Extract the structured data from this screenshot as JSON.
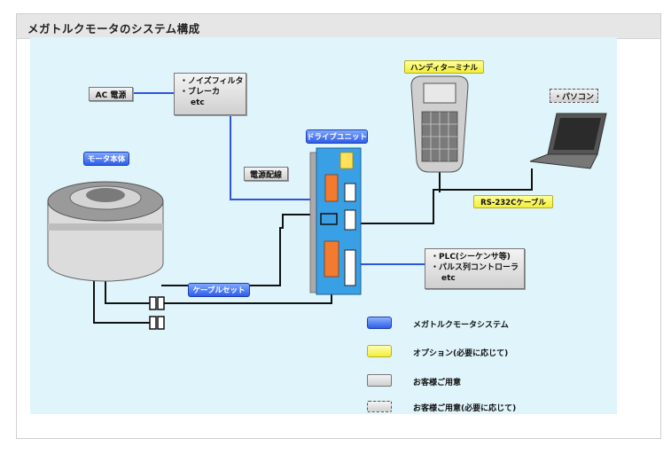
{
  "header": {
    "title": "メガトルクモータのシステム構成"
  },
  "diagram": {
    "ac_power": "AC 電源",
    "filter_box": {
      "line1": "・ノイズフィルタ",
      "line2": "・ブレーカ",
      "line3": "etc"
    },
    "power_wiring_label": "電源配線",
    "motor_label": "モータ本体",
    "drive_unit_label": "ドライブユニット",
    "handy_terminal_label": "ハンディターミナル",
    "pc_label": "・パソコン",
    "rs232c_label": "RS-232Cケーブル",
    "cable_set_label": "ケーブルセット",
    "plc_box": {
      "line1": "・PLC(シーケンサ等)",
      "line2": "・パルス列コントローラ",
      "line3": "etc"
    }
  },
  "legend": {
    "items": [
      {
        "label": "メガトルクモータシステム"
      },
      {
        "label": "オプション(必要に応じて)"
      },
      {
        "label": "お客様ご用意"
      },
      {
        "label": "お客様ご用意(必要に応じて)"
      }
    ]
  },
  "colors": {
    "wire_blue": "#2a55e0",
    "wire_black": "#111111",
    "canvas_bg": "#dff4fb",
    "driver_blue": "#3aa0e6"
  }
}
